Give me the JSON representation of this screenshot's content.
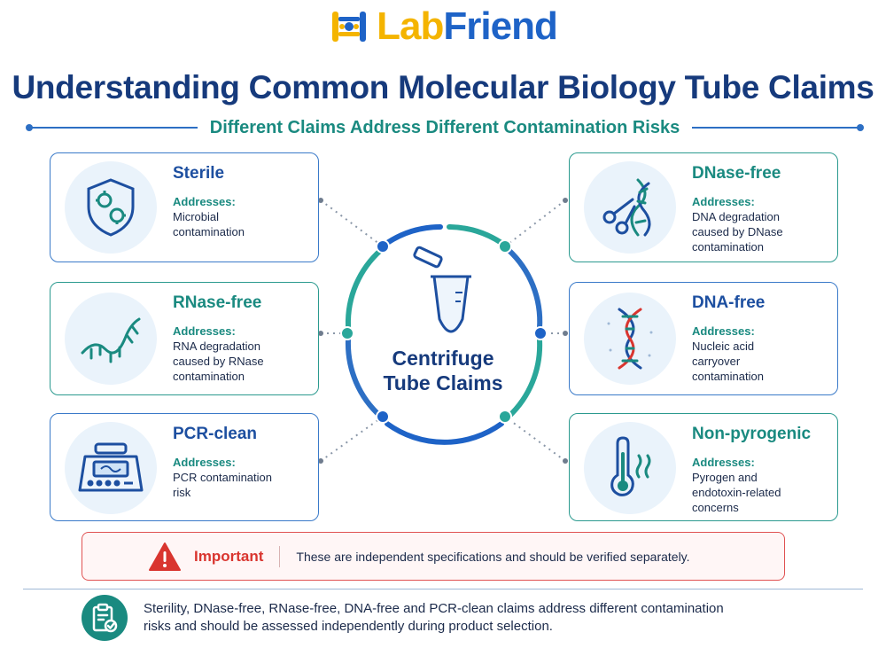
{
  "brand": {
    "lab": "Lab",
    "friend": "Friend"
  },
  "title": "Understanding Common Molecular Biology Tube Claims",
  "subtitle": "Different Claims Address Different Contamination Risks",
  "center": {
    "line1": "Centrifuge",
    "line2": "Tube Claims"
  },
  "addresses_label": "Addresses:",
  "cards": [
    {
      "title": "Sterile",
      "lines": [
        "Microbial",
        "contamination"
      ],
      "icon": "shield-microbe-icon"
    },
    {
      "title": "RNase-free",
      "lines": [
        "RNA degradation",
        "caused by RNase",
        "contamination"
      ],
      "icon": "rna-strand-icon"
    },
    {
      "title": "PCR-clean",
      "lines": [
        "PCR contamination",
        "risk"
      ],
      "icon": "pcr-machine-icon"
    },
    {
      "title": "DNase-free",
      "lines": [
        "DNA degradation",
        "caused by DNase",
        "contamination"
      ],
      "icon": "dna-scissors-icon"
    },
    {
      "title": "DNA-free",
      "lines": [
        "Nucleic acid",
        "carryover",
        "contamination"
      ],
      "icon": "dna-helix-icon"
    },
    {
      "title": "Non-pyrogenic",
      "lines": [
        "Pyrogen and",
        "endotoxin-related",
        "concerns"
      ],
      "icon": "thermometer-icon"
    }
  ],
  "important": {
    "label": "Important",
    "text": "These are independent specifications and should be verified separately."
  },
  "footer": {
    "line1": "Sterility, DNase-free, RNase-free, DNA-free and PCR-clean claims address different contamination",
    "line2": "risks and should be assessed independently during product selection."
  },
  "colors": {
    "navy": "#163a7c",
    "blue": "#1e63c7",
    "teal": "#1a8a80",
    "yellow": "#f4b400",
    "red": "#d9352f"
  }
}
